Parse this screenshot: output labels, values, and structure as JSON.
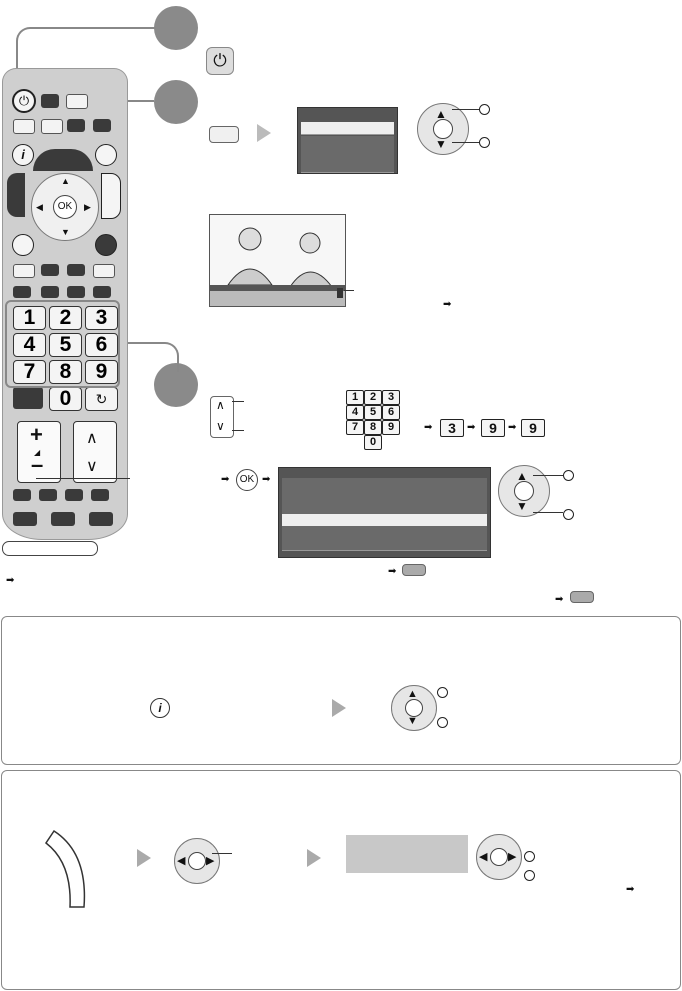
{
  "remote": {
    "numbers": [
      "1",
      "2",
      "3",
      "4",
      "5",
      "6",
      "7",
      "8",
      "9",
      "0"
    ],
    "dpad_ok": "OK",
    "vol_plus": "+",
    "vol_minus": "–"
  },
  "step3": {
    "digits": [
      "1",
      "2",
      "3",
      "4",
      "5",
      "6",
      "7",
      "8",
      "9",
      "0"
    ],
    "example": [
      "3",
      "9",
      "9"
    ]
  },
  "section2": {},
  "section3": {}
}
